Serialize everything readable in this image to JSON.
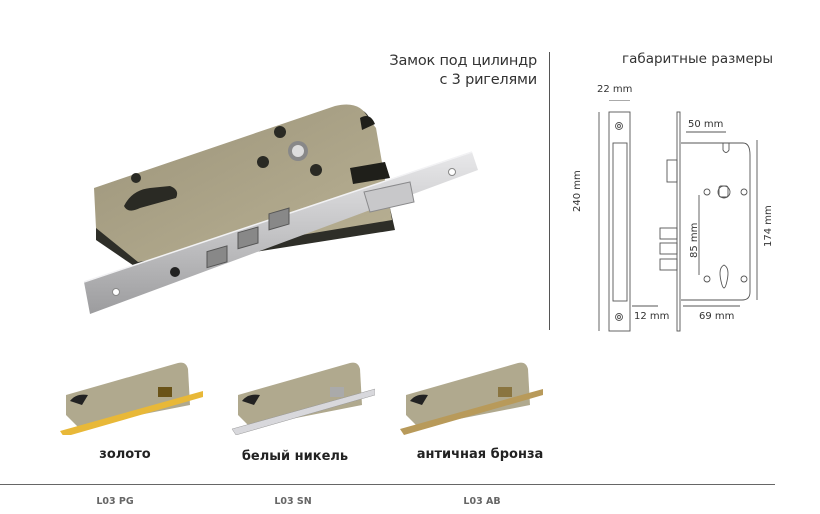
{
  "product": {
    "title_line1": "Замок под цилиндр",
    "title_line2": "с 3 ригелями"
  },
  "dimensions": {
    "title": "габаритные размеры",
    "faceplate_width": "22 mm",
    "total_height": "240 mm",
    "faceplate_thickness": "12 mm",
    "backset": "50 mm",
    "centre_distance": "85 mm",
    "body_height": "174 mm",
    "body_depth": "69 mm"
  },
  "variants": [
    {
      "label": "золото",
      "code": "L03 PG",
      "plate_color": "#e8b838"
    },
    {
      "label": "белый никель",
      "code": "L03 SN",
      "plate_color": "#d8d8dc"
    },
    {
      "label": "античная бронза",
      "code": "L03 AB",
      "plate_color": "#b89a5a"
    }
  ],
  "colors": {
    "body": "#b2a98c",
    "body_dark": "#3a3a32",
    "steel": "#c9c9cb",
    "line": "#555555"
  }
}
